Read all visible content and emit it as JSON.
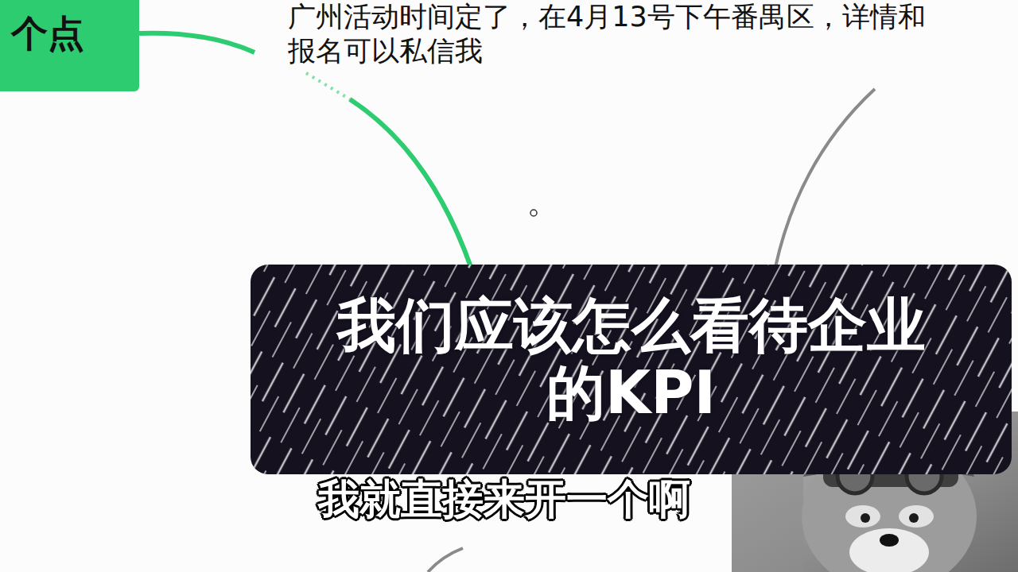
{
  "diagram": {
    "nodes": [
      {
        "text": [
          "个点"
        ]
      },
      {
        "text": [
          "我们应该怎么看待企业的KPI"
        ]
      }
    ],
    "labels": [
      "广州活动时间定了，在4月13号下午番禺区，详情和报名可以私信我",
      "我就直接来开一个啊"
    ]
  }
}
